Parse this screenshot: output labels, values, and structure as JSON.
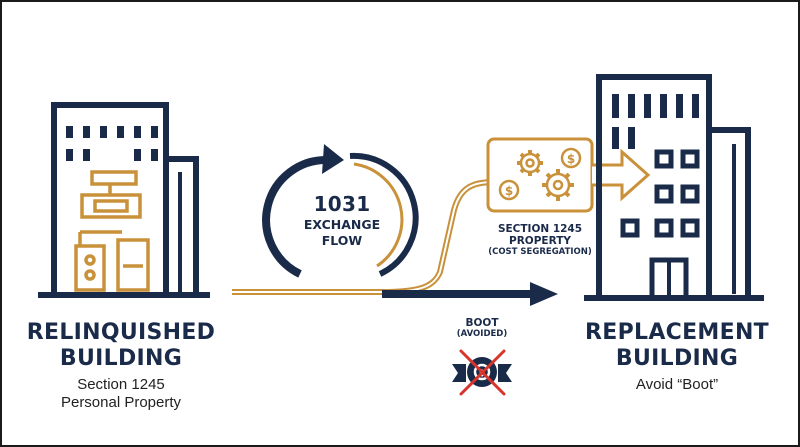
{
  "colors": {
    "navy": "#1a2b4a",
    "gold": "#c8913a",
    "red": "#d9342b",
    "white": "#ffffff"
  },
  "left": {
    "title_line1": "RELINQUISHED",
    "title_line2": "BUILDING",
    "sub_line1": "Section 1245",
    "sub_line2": "Personal Property"
  },
  "right": {
    "title_line1": "REPLACEMENT",
    "title_line2": "BUILDING",
    "sub": "Avoid “Boot”"
  },
  "cycle": {
    "line1": "1031",
    "line2": "EXCHANGE",
    "line3": "FLOW"
  },
  "section1245": {
    "line1": "SECTION 1245",
    "line2": "PROPERTY",
    "line3": "(COST SEGREGATION)"
  },
  "boot": {
    "line1": "BOOT",
    "line2": "(AVOIDED)"
  },
  "icons": [
    "relinquished-building-icon",
    "replacement-building-icon",
    "gear-icon",
    "dollar-coin-icon",
    "boot-banner-icon",
    "cross-out-icon",
    "flow-arrow-icon"
  ]
}
